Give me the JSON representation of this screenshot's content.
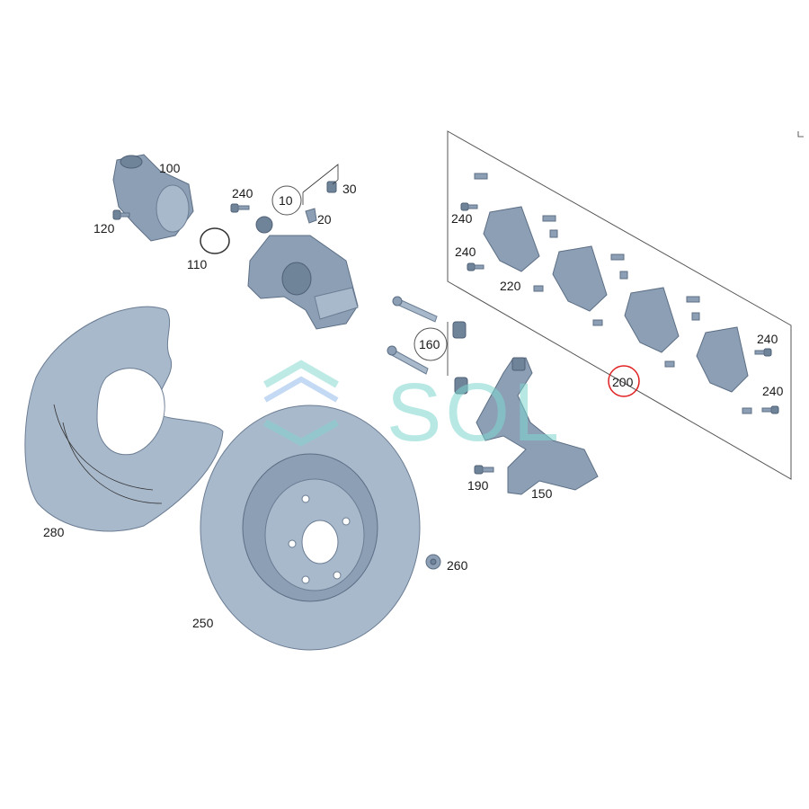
{
  "callouts": {
    "p10": "10",
    "p20": "20",
    "p30": "30",
    "p100": "100",
    "p110": "110",
    "p120": "120",
    "p150": "150",
    "p160": "160",
    "p190": "190",
    "p200": "200",
    "p220": "220",
    "p240a": "240",
    "p240b": "240",
    "p240c": "240",
    "p240d": "240",
    "p240e": "240",
    "p250": "250",
    "p260": "260",
    "p280": "280"
  },
  "watermark": {
    "text": "SOL"
  },
  "colors": {
    "part": "#8c9fb5",
    "highlight": "#e02020",
    "watermark": "#7fd6cf"
  }
}
